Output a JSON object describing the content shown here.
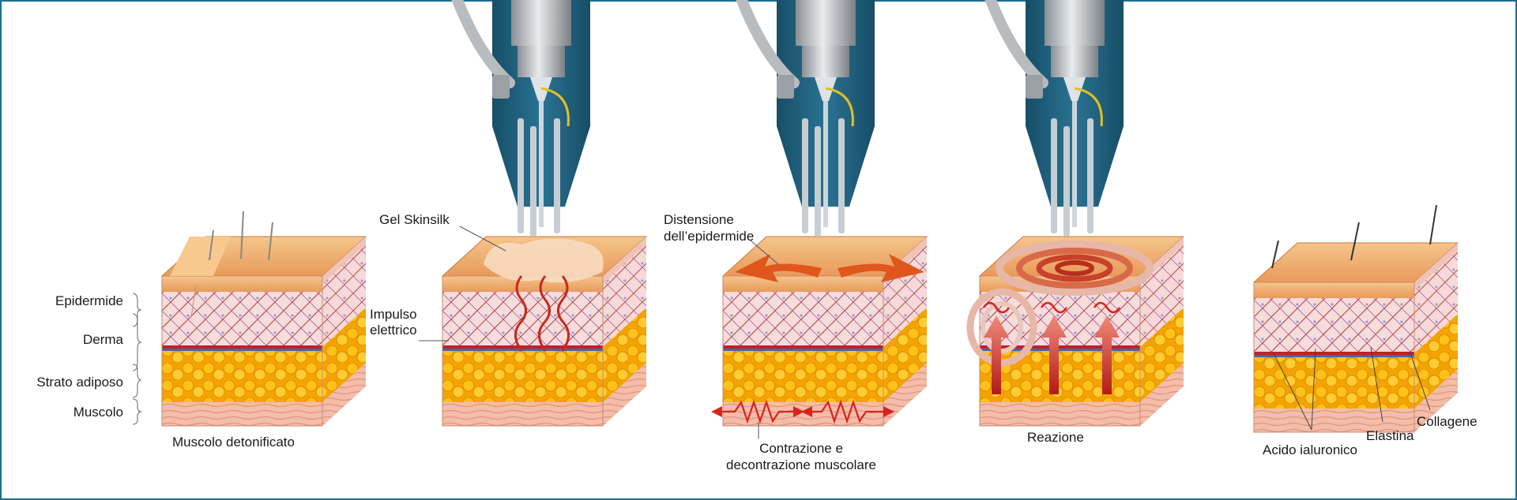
{
  "labels": {
    "epidermide": "Epidermide",
    "derma": "Derma",
    "strato_adiposo": "Strato adiposo",
    "muscolo": "Muscolo",
    "muscolo_detonificato": "Muscolo detonificato",
    "gel_skinsilk": "Gel Skinsilk",
    "impulso_line1": "Impulso",
    "impulso_line2": "elettrico",
    "distensione_line1": "Distensione",
    "distensione_line2": "dell’epidermide",
    "contrazione_line1": "Contrazione e",
    "contrazione_line2": "decontrazione muscolare",
    "reazione": "Reazione",
    "elastina": "Elastina",
    "collagene": "Collagene",
    "acido_ialuronico": "Acido ialuronico"
  },
  "colors": {
    "frame": "#1b6e8f",
    "device_blue": "#1f5f78",
    "epidermis": "#f2b06f",
    "dermis": "#f7d6d6",
    "fat": "#f6b100",
    "muscle": "#f3b9a8",
    "fibers": "#b8453a",
    "arrow_red": "#d9231d"
  }
}
